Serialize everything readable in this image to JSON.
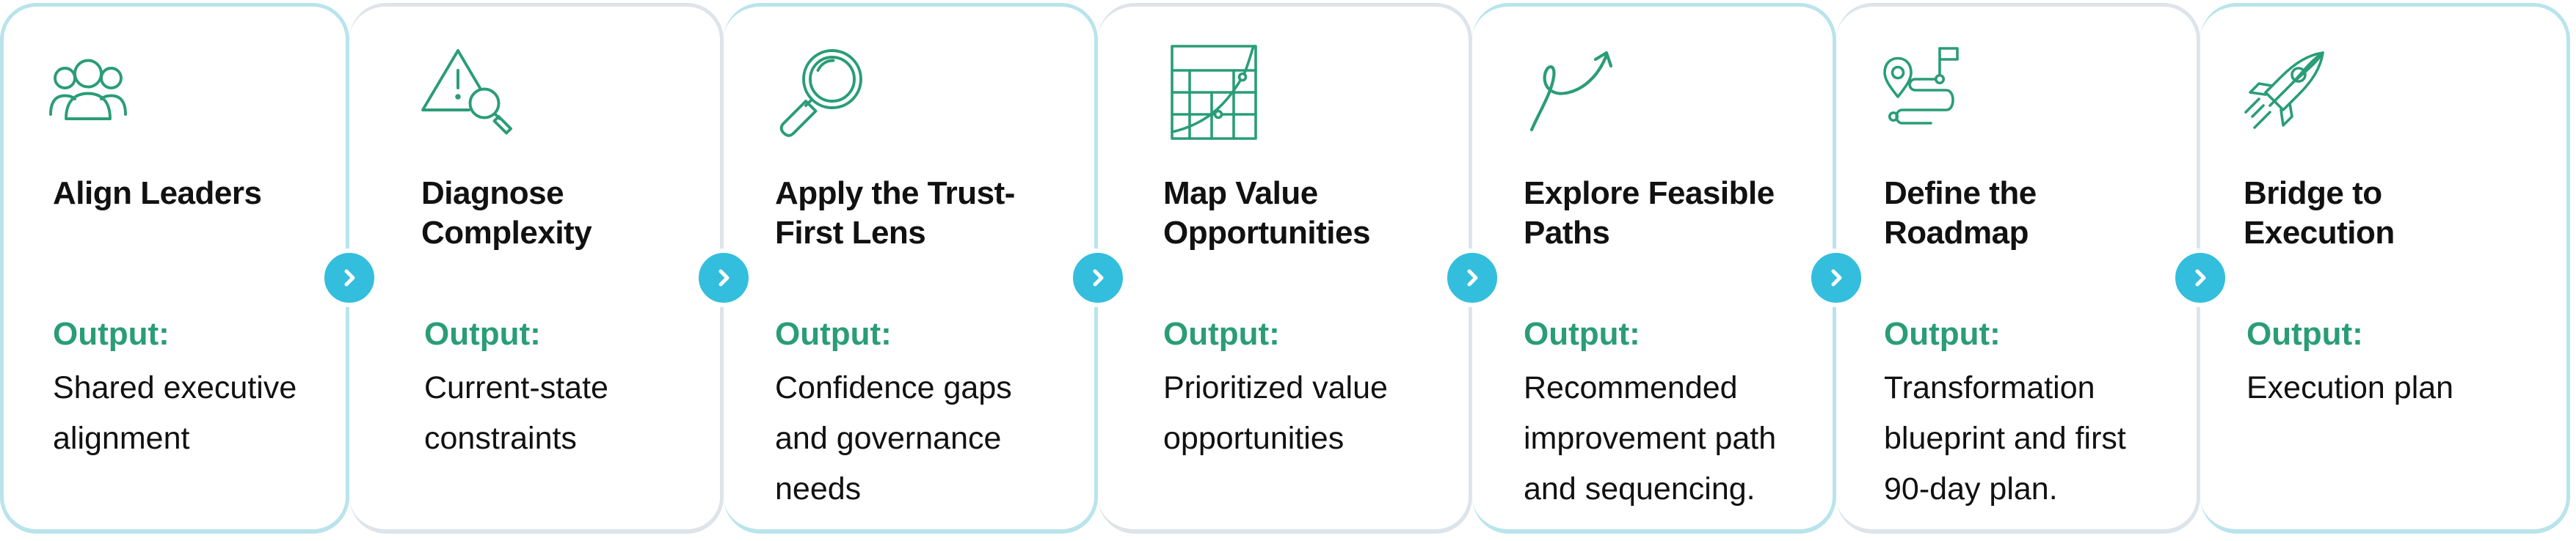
{
  "colors": {
    "accent": "#2a9d76",
    "connector": "#33bedd",
    "border_light": "#b9e4ec",
    "border_gray": "#dde4ea",
    "text": "#111111"
  },
  "steps": [
    {
      "title": "Align Leaders",
      "output_label": "Output:",
      "output": "Shared executive\nalignment",
      "icon": "people-group-icon"
    },
    {
      "title": "Diagnose\nComplexity",
      "output_label": "Output:",
      "output": "Current-state\nconstraints",
      "icon": "warning-magnify-icon"
    },
    {
      "title": "Apply the Trust-\nFirst Lens",
      "output_label": "Output:",
      "output": "Confidence gaps\nand governance\nneeds",
      "icon": "magnifying-glass-icon"
    },
    {
      "title": "Map Value\nOpportunities",
      "output_label": "Output:",
      "output": "Prioritized value\nopportunities",
      "icon": "growth-chart-icon"
    },
    {
      "title": "Explore Feasible\nPaths",
      "output_label": "Output:",
      "output": "Recommended\nimprovement path\nand sequencing.",
      "icon": "curved-path-arrow-icon"
    },
    {
      "title": "Define the\nRoadmap",
      "output_label": "Output:",
      "output": "Transformation\nblueprint and first\n90-day plan.",
      "icon": "roadmap-route-icon"
    },
    {
      "title": "Bridge to\nExecution",
      "output_label": "Output:",
      "output": "Execution plan",
      "icon": "rocket-icon"
    }
  ]
}
